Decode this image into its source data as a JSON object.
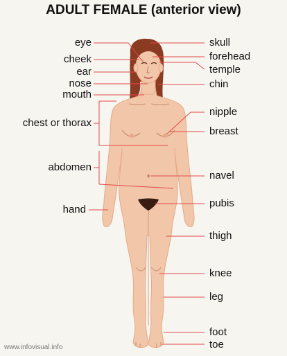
{
  "title": "ADULT FEMALE (anterior view)",
  "credit": "www.infovisual.info",
  "colors": {
    "skin": "#f2c6a8",
    "skin_shadow": "#e4a989",
    "hair": "#8a3b22",
    "pubic_hair": "#3a1d12",
    "leader_line": "#e14a4a",
    "background": "#f7f5f0",
    "text": "#111111"
  },
  "left_labels": [
    {
      "id": "eye",
      "text": "eye"
    },
    {
      "id": "cheek",
      "text": "cheek"
    },
    {
      "id": "ear",
      "text": "ear"
    },
    {
      "id": "nose",
      "text": "nose"
    },
    {
      "id": "mouth",
      "text": "mouth"
    },
    {
      "id": "chest",
      "text": "chest or thorax"
    },
    {
      "id": "abdomen",
      "text": "abdomen"
    },
    {
      "id": "hand",
      "text": "hand"
    }
  ],
  "right_labels": [
    {
      "id": "skull",
      "text": "skull"
    },
    {
      "id": "forehead",
      "text": "forehead"
    },
    {
      "id": "temple",
      "text": "temple"
    },
    {
      "id": "chin",
      "text": "chin"
    },
    {
      "id": "nipple",
      "text": "nipple"
    },
    {
      "id": "breast",
      "text": "breast"
    },
    {
      "id": "navel",
      "text": "navel"
    },
    {
      "id": "pubis",
      "text": "pubis"
    },
    {
      "id": "thigh",
      "text": "thigh"
    },
    {
      "id": "knee",
      "text": "knee"
    },
    {
      "id": "leg",
      "text": "leg"
    },
    {
      "id": "foot",
      "text": "foot"
    },
    {
      "id": "toe",
      "text": "toe"
    }
  ]
}
